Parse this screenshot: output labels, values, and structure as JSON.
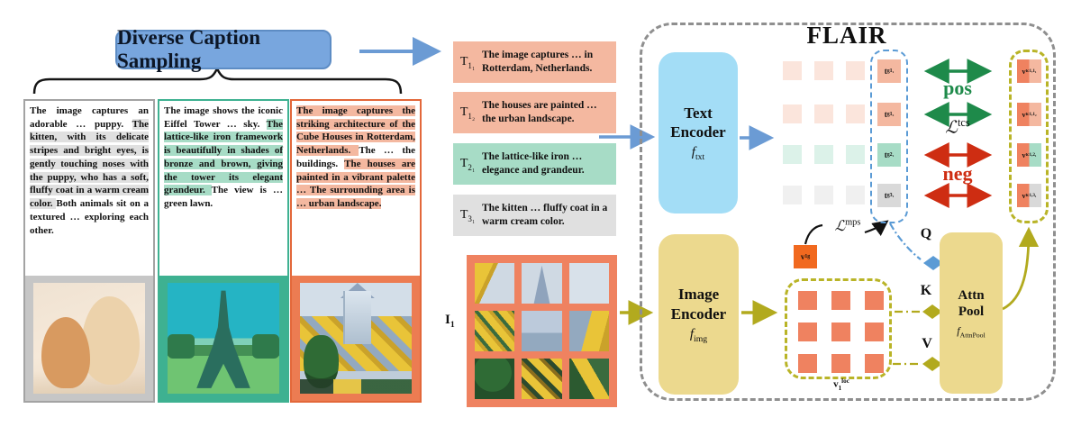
{
  "header": {
    "title": "Diverse Caption Sampling"
  },
  "caption_boxes": [
    {
      "theme": "gray",
      "segments": [
        {
          "text": "The image captures an adorable … puppy. ",
          "highlight": false
        },
        {
          "text": "The kitten, with its delicate stripes and bright eyes, is gently touching noses with the puppy, who has a soft, fluffy coat in a warm cream color. ",
          "highlight": true
        },
        {
          "text": "Both animals sit on a textured … exploring each other.",
          "highlight": false
        }
      ],
      "photo": "kitten-and-puppy"
    },
    {
      "theme": "teal",
      "segments": [
        {
          "text": "The image shows the iconic Eiffel Tower … sky. ",
          "highlight": false
        },
        {
          "text": "The lattice-like iron framework is beautifully in shades of bronze and brown, giving the tower its elegant grandeur. ",
          "highlight": true
        },
        {
          "text": "The view is …  green lawn.",
          "highlight": false
        }
      ],
      "photo": "eiffel-tower"
    },
    {
      "theme": "orange",
      "segments": [
        {
          "text": "The image captures the striking architecture of the Cube Houses in Rotterdam, Netherlands. ",
          "highlight": true
        },
        {
          "text": "The … the buildings. ",
          "highlight": false
        },
        {
          "text": "The houses are painted in a vibrant palette … The surrounding area is … urban landscape.",
          "highlight": true
        }
      ],
      "photo": "cube-houses"
    }
  ],
  "sampled_captions": [
    {
      "label_html": "T<sub>1₁</sub>",
      "text": "The image captures … in Rotterdam, Netherlands.",
      "theme": "salmon"
    },
    {
      "label_html": "T<sub>1₂</sub>",
      "text": "The houses are painted … the urban landscape.",
      "theme": "salmon"
    },
    {
      "label_html": "T<sub>2₁</sub>",
      "text": "The lattice-like iron … elegance and grandeur.",
      "theme": "teal"
    },
    {
      "label_html": "T<sub>3₁</sub>",
      "text": "The kitten … fluffy coat in a warm cream color.",
      "theme": "gray"
    }
  ],
  "image_input": {
    "label_html": "I<sub>1</sub>"
  },
  "flair": {
    "title": "FLAIR",
    "text_encoder": {
      "line1": "Text",
      "line2": "Encoder",
      "fn_html": "<i>f</i><sub>txt</sub>"
    },
    "image_encoder": {
      "line1": "Image",
      "line2": "Encoder",
      "fn_html": "<i>f</i><sub>img</sub>"
    },
    "attn_pool": {
      "line1": "Attn",
      "line2": "Pool",
      "fn_html": "<i>f</i><sub>AttnPool</sub>"
    },
    "token_rows": [
      {
        "theme": "salmon",
        "t_label_html": "t<sup>g</sup><sub>1₁</sub>",
        "v_label_html": "v<sup>tc</sup><sub>1,1₁</sub>",
        "pair": "pos"
      },
      {
        "theme": "salmon",
        "t_label_html": "t<sup>g</sup><sub>1₂</sub>",
        "v_label_html": "v<sup>tc</sup><sub>1,1₂</sub>",
        "pair": "pos"
      },
      {
        "theme": "teal",
        "t_label_html": "t<sup>g</sup><sub>2₁</sub>",
        "v_label_html": "v<sup>tc</sup><sub>1,2₁</sub>",
        "pair": "neg"
      },
      {
        "theme": "gray",
        "t_label_html": "t<sup>g</sup><sub>3₁</sub>",
        "v_label_html": "v<sup>tc</sup><sub>1,3₁</sub>",
        "pair": "neg"
      }
    ],
    "pos_label": "pos",
    "neg_label": "neg",
    "tcs_loss_html": "<i>ℒ</i><sup>tcs</sup>",
    "mps_loss_html": "<i>ℒ</i><sup>mps</sup>",
    "qkv": {
      "q": "Q",
      "k": "K",
      "v": "V"
    },
    "global_image_token_html": "v<sub>1</sub><sup>g</sup>",
    "local_tokens_label_html": "v<sub>1</sub><sup>loc</sup>"
  },
  "colors": {
    "blue_box": "#78a6de",
    "blue_box_border": "#5d8cc4",
    "blue_arrow": "#6b9bd4",
    "dash_blue": "#5b9bd5",
    "light_blue": "#a3ddf6",
    "khaki": "#ecd98e",
    "olive": "#b2aa1e",
    "olive_dash": "#b9b427",
    "coral": "#ef8260",
    "orange_vivid": "#f1691f",
    "salmon": "#f4b8a0",
    "salmon_faded": "#fbe5dc",
    "teal_border": "#3eb191",
    "teal": "#a7dcc6",
    "teal_faded": "#dcf2e9",
    "gray_border": "#a3a3a3",
    "gray_hl": "#e0e0e0",
    "gray_faded": "#f0f0f0",
    "photo_band_gray": "#c6c6c6",
    "photo_band_coral": "#ec7c52",
    "orange_border": "#e3683a",
    "green": "#1e8a4a",
    "red": "#ce2d12",
    "dash_gray": "#8f8f8f"
  }
}
